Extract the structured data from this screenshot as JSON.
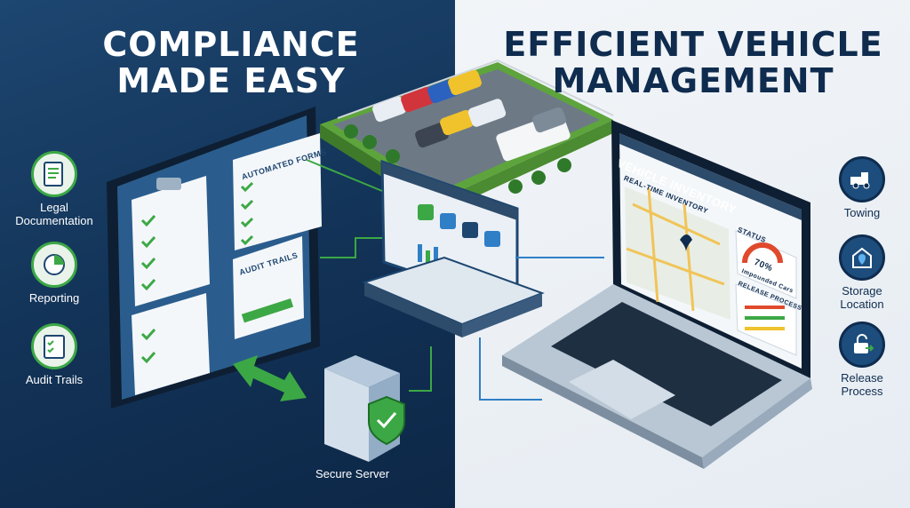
{
  "left_title": [
    "COMPLIANCE",
    "MADE EASY"
  ],
  "right_title": [
    "EFFICIENT VEHICLE",
    "MANAGEMENT"
  ],
  "left_sidebar": [
    {
      "label": "Legal Documentation",
      "icon": "document-icon"
    },
    {
      "label": "Reporting",
      "icon": "pie-chart-icon"
    },
    {
      "label": "Audit Trails",
      "icon": "checklist-icon"
    }
  ],
  "right_sidebar": [
    {
      "label": "Towing",
      "icon": "tow-truck-icon"
    },
    {
      "label": "Storage Location",
      "icon": "location-pin-icon"
    },
    {
      "label": "Release Process",
      "icon": "unlock-icon"
    }
  ],
  "tablet_cards": {
    "forms": "AUTOMATED FORMS",
    "audit": "AUDIT TRAILS"
  },
  "server_label": "Secure Server",
  "laptop": {
    "title": "VEHICLE INVENTORY",
    "map_label": "REAL-TIME INVENTORY",
    "status_label": "STATUS",
    "gauge_value": "70%",
    "gauge_caption": "Impounded Cars",
    "release_label": "RELEASE PROCESS"
  },
  "colors": {
    "navy": "#123256",
    "green": "#3ca845",
    "light_bg": "#eef2f6",
    "dark_text": "#0f2c4f"
  }
}
